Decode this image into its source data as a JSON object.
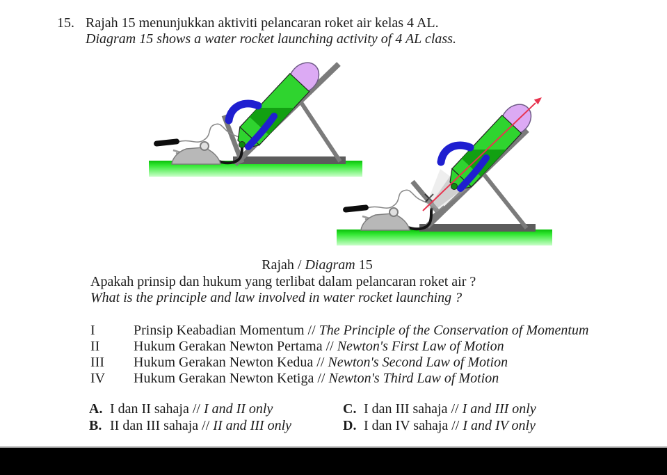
{
  "question": {
    "number": "15.",
    "text_malay": "Rajah 15 menunjukkan aktiviti pelancaran roket air kelas 4 AL.",
    "text_english": "Diagram 15 shows a water rocket launching activity of 4 AL class."
  },
  "figure": {
    "caption_malay": "Rajah / ",
    "caption_english": "Diagram",
    "caption_number": " 15",
    "parts": [
      "water-rocket",
      "nose-cone",
      "launch-rail",
      "support-strut",
      "base-plate",
      "ground",
      "foot-pump",
      "pressure-gauge",
      "release-handle",
      "air-hose",
      "water-spray",
      "trajectory-arrow"
    ]
  },
  "prompt": {
    "malay": "Apakah prinsip dan hukum yang terlibat dalam pelancaran roket air ?",
    "english": "What is the principle and law involved in water rocket launching ?"
  },
  "separator": "//",
  "statements": [
    {
      "numeral": "I",
      "malay": "Prinsip Keabadian Momentum",
      "english": "The Principle of the Conservation of Momentum"
    },
    {
      "numeral": "II",
      "malay": "Hukum Gerakan Newton Pertama",
      "english": "Newton's First Law of Motion"
    },
    {
      "numeral": "III",
      "malay": "Hukum Gerakan Newton Kedua",
      "english": "Newton's Second Law of Motion"
    },
    {
      "numeral": "IV",
      "malay": "Hukum Gerakan Newton Ketiga",
      "english": "Newton's Third Law of Motion"
    }
  ],
  "options": [
    {
      "letter": "A.",
      "malay": "I dan II sahaja",
      "english": "I and II only"
    },
    {
      "letter": "B.",
      "malay": "II dan III sahaja",
      "english": "II and III only"
    },
    {
      "letter": "C.",
      "malay": "I dan III sahaja",
      "english": "I and III only"
    },
    {
      "letter": "D.",
      "malay": "I dan IV sahaja",
      "english": "I and IV only"
    }
  ],
  "colors": {
    "rocket_body": "#2fd42f",
    "rocket_water": "#12a012",
    "nose_cone": "#dcaaf4",
    "clamp_blue": "#1f1fd0",
    "rail_gray": "#7b7b7b",
    "plate_gray": "#5c5c5c",
    "ground_green": "#22e022",
    "trajectory_red": "#e8344f",
    "bottom_bar": "#000000"
  }
}
